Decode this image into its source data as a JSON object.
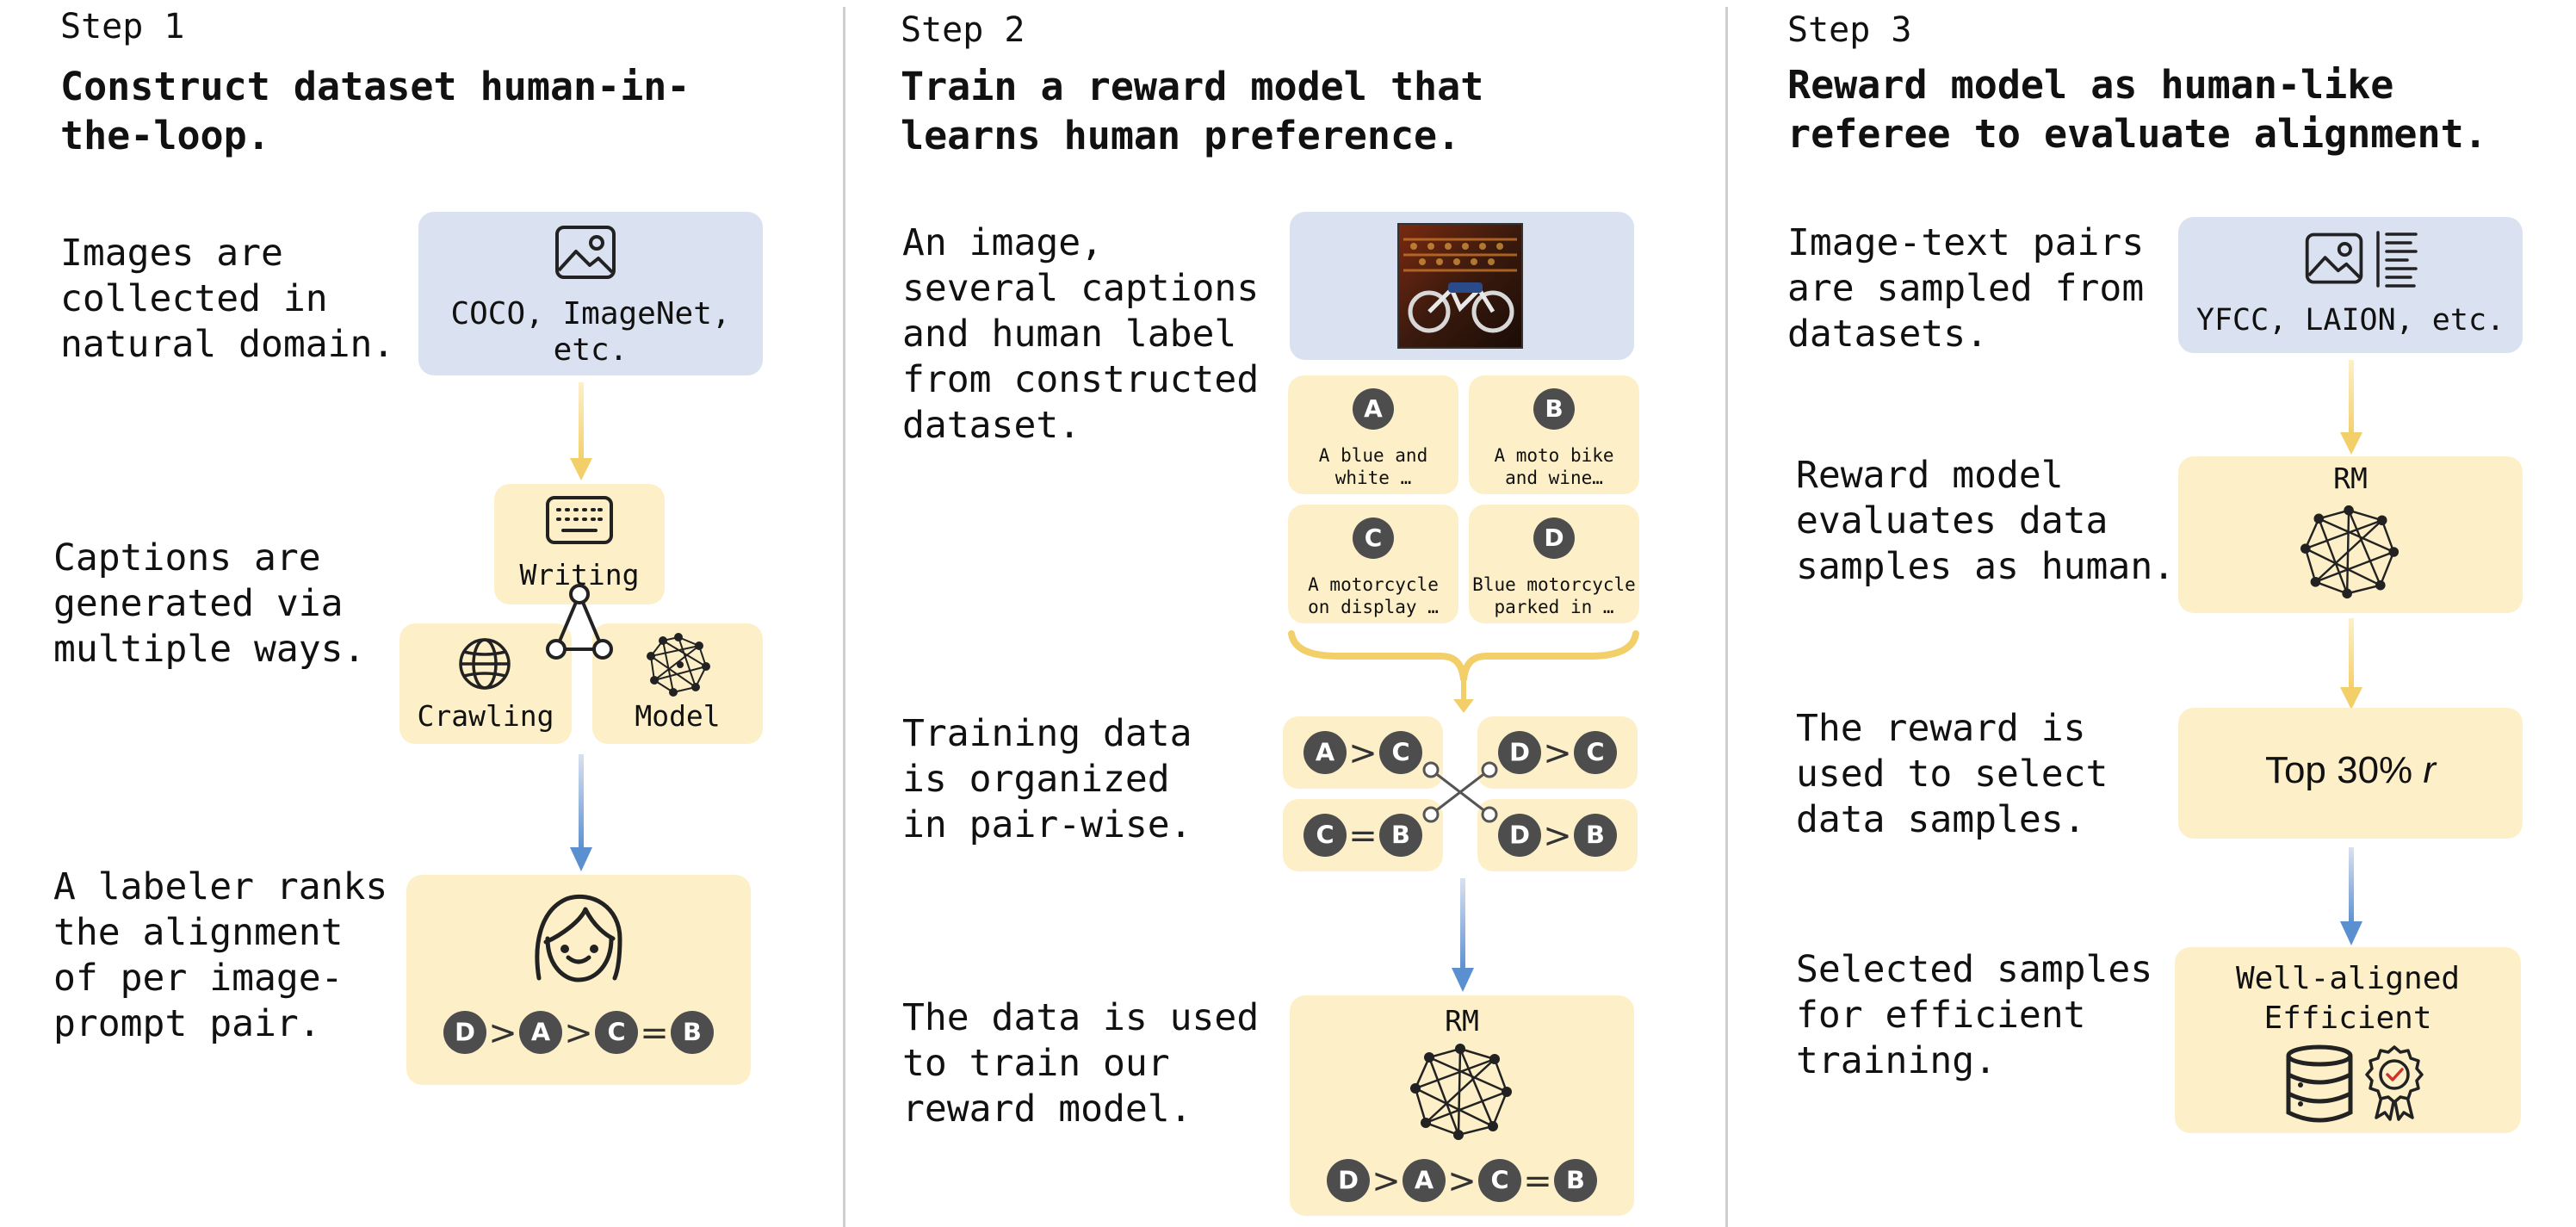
{
  "step1": {
    "label": "Step 1",
    "title_l1": "Construct dataset human-in-",
    "title_l2": "the-loop.",
    "desc1": "Images are\ncollected in\nnatural domain.",
    "desc2": "Captions are\ngenerated via\nmultiple ways.",
    "desc3": "A labeler ranks\nthe alignment\nof per image-\nprompt pair.",
    "source_l1": "COCO, ImageNet,",
    "source_l2": "etc.",
    "writing": "Writing",
    "crawling": "Crawling",
    "model": "Model",
    "rank": [
      "D",
      ">",
      "A",
      ">",
      "C",
      "=",
      "B"
    ]
  },
  "step2": {
    "label": "Step 2",
    "title_l1": "Train a reward model that",
    "title_l2": "learns human preference.",
    "desc1": "An image,\nseveral captions\nand human label\nfrom constructed\ndataset.",
    "desc2": "Training data\nis organized\nin pair-wise.",
    "desc3": "The data is used\nto train our\nreward model.",
    "captions": [
      {
        "letter": "A",
        "l1": "A blue and",
        "l2": "white …"
      },
      {
        "letter": "B",
        "l1": "A moto bike",
        "l2": "and wine…"
      },
      {
        "letter": "C",
        "l1": "A motorcycle",
        "l2": "on display …"
      },
      {
        "letter": "D",
        "l1": "Blue motorcycle",
        "l2": "parked in …"
      }
    ],
    "pairs": [
      [
        "A",
        ">",
        "C"
      ],
      [
        "C",
        "=",
        "B"
      ],
      [
        "D",
        ">",
        "C"
      ],
      [
        "D",
        ">",
        "B"
      ]
    ],
    "rm_label": "RM",
    "rank": [
      "D",
      ">",
      "A",
      ">",
      "C",
      "=",
      "B"
    ]
  },
  "step3": {
    "label": "Step 3",
    "title_l1": "Reward model as human-like",
    "title_l2": "referee to evaluate alignment.",
    "desc1": "Image-text pairs\nare sampled from\ndatasets.",
    "desc2": "Reward model\nevaluates data\nsamples as human.",
    "desc3": "The reward is\nused to select\ndata samples.",
    "desc4": "Selected samples\nfor efficient\ntraining.",
    "source": "YFCC, LAION, etc.",
    "rm_label": "RM",
    "top_text": "Top 30% ",
    "top_var": "r",
    "out_l1": "Well-aligned",
    "out_l2": "Efficient"
  },
  "colors": {
    "blue_box": "#dae1f1",
    "yellow_box": "#fdf0c9",
    "badge": "#4d4d4d",
    "arrow_yellow": "#f3cf6a",
    "arrow_blue": "#5a8fd0",
    "brace": "#f3cf6a",
    "divider": "#cfcfcf"
  },
  "icons": [
    "image-icon",
    "keyboard-icon",
    "globe-icon",
    "network-icon",
    "person-icon",
    "document-icon",
    "database-icon",
    "award-icon",
    "triangle-icon",
    "cross-link-icon"
  ]
}
